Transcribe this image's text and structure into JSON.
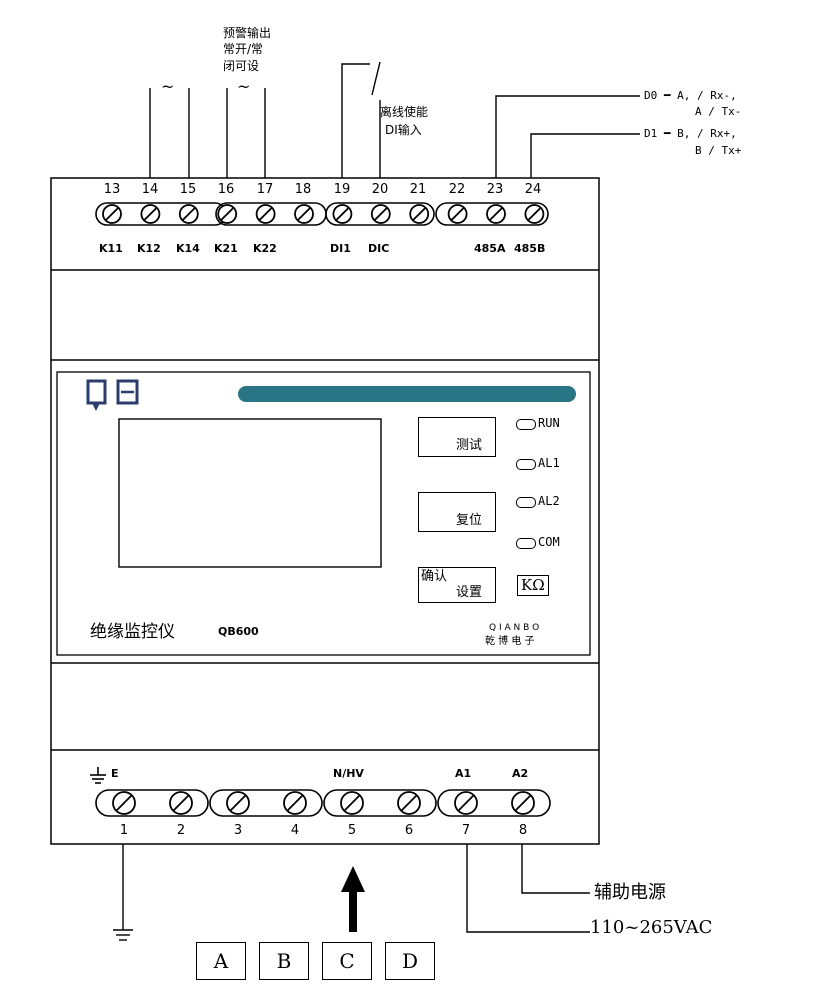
{
  "top_notes": {
    "tilde_a": "~",
    "warning_output": [
      "预警输出",
      "常开/常",
      "闭可设"
    ],
    "tilde_b": "~",
    "offline_enable": [
      "离线使能",
      "DI输入"
    ]
  },
  "comm": {
    "d0_line1": "D0 ━ A, / Rx-,",
    "d0_line2": "A / Tx-",
    "d1_line1": "D1 ━ B, / Rx+,",
    "d1_line2": "B / Tx+"
  },
  "top_terminals": {
    "numbers": [
      "13",
      "14",
      "15",
      "16",
      "17",
      "18",
      "19",
      "20",
      "21",
      "22",
      "23",
      "24"
    ],
    "labels": [
      "K11",
      "K12",
      "K14",
      "K21",
      "K22",
      "DI1",
      "DIC",
      "485A",
      "485B"
    ]
  },
  "front": {
    "logo": "QB",
    "buttons": {
      "test": "测试",
      "reset": "复位",
      "confirm": "确认",
      "settings": "设置"
    },
    "leds": [
      "RUN",
      "AL1",
      "AL2",
      "COM"
    ],
    "unit_box": "KΩ",
    "product_name": "绝缘监控仪",
    "model": "QB600",
    "brand_latin": "Q I A N B O",
    "brand_cn": "乾 博 电 子"
  },
  "bottom_terminals": {
    "ground_label": "E",
    "nhv_label": "N/HV",
    "a1_label": "A1",
    "a2_label": "A2",
    "numbers": [
      "1",
      "2",
      "3",
      "4",
      "5",
      "6",
      "7",
      "8"
    ]
  },
  "aux_power": {
    "label": "辅助电源",
    "voltage": "110~265VAC"
  },
  "phases": [
    "A",
    "B",
    "C",
    "D"
  ]
}
